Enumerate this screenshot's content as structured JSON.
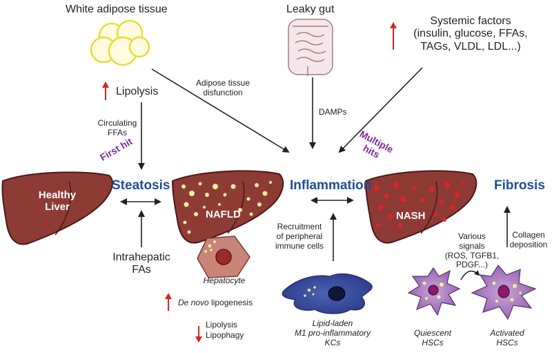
{
  "top": {
    "adipose": "White adipose tissue",
    "gut": "Leaky gut",
    "systemic_title": "Systemic factors",
    "systemic_line1": "(insulin, glucose, FFAs,",
    "systemic_line2": "TAGs, VLDL, LDL...)"
  },
  "labels": {
    "lipolysis": "Lipolysis",
    "adipose_dys_1": "Adipose tissue",
    "adipose_dys_2": "disfunction",
    "circulating_1": "Circulating",
    "circulating_2": "FFAs",
    "damps": "DAMPs",
    "intrahepatic_1": "Intrahepatic",
    "intrahepatic_2": "FAs",
    "recruit_1": "Recruitment",
    "recruit_2": "of peripheral",
    "recruit_3": "immune cells",
    "signals_1": "Various",
    "signals_2": "signals",
    "signals_3": "(ROS, TGFB1,",
    "signals_4": "PDGF...)",
    "collagen_1": "Collagen",
    "collagen_2": "deposition",
    "denovo_italic": "De novo",
    "denovo_rest": " lipogenesis",
    "lipolysis2": "Lipolysis",
    "lipophagy": "Lipophagy"
  },
  "hits": {
    "first": "First hit",
    "multiple_1": "Multiple",
    "multiple_2": "hits"
  },
  "stages": {
    "steatosis": "Steatosis",
    "inflammation": "Inflammation",
    "fibrosis": "Fibrosis"
  },
  "livers": {
    "healthy_1": "Healthy",
    "healthy_2": "Liver",
    "nafld": "NAFLD",
    "nash": "NASH"
  },
  "cells": {
    "hepatocyte": "Hepatocyte",
    "kc_1": "Lipid-laden",
    "kc_2": "M1 pro-inflammatory",
    "kc_3": "KCs",
    "quiescent_1": "Quiescent",
    "quiescent_2": "HSCs",
    "activated_1": "Activated",
    "activated_2": "HSCs"
  },
  "colors": {
    "liver": "#8e3b35",
    "stage_blue": "#1f4e96",
    "hit_purple": "#7d2b9a",
    "increase_red": "#d9231c",
    "fat_yellow": "#f3ee9a",
    "nash_red": "#e0242a"
  }
}
